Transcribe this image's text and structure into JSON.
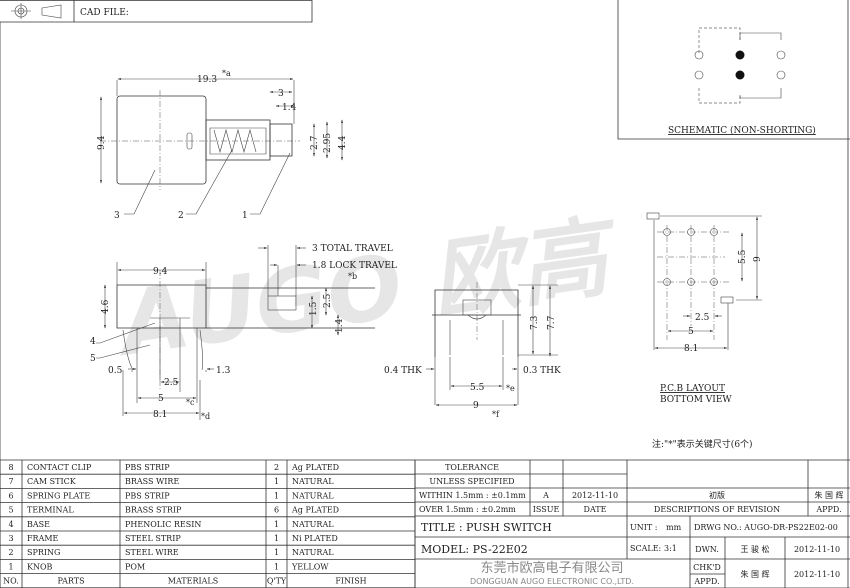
{
  "header": {
    "cad_label": "CAD FILE:"
  },
  "watermark": {
    "text": "AUGO 欧高"
  },
  "top_view": {
    "dim_length": "19.3",
    "key_a": "*a",
    "dim_3": "3",
    "dim_1_4": "1.4",
    "dim_9_4": "9.4",
    "dim_2_7": "2.7",
    "dim_2_95": "2.95",
    "dim_4_4": "4.4",
    "callouts": [
      "3",
      "2",
      "1"
    ]
  },
  "side_view": {
    "dim_9_4": "9.4",
    "dim_4_6": "4.6",
    "total_travel": "3 TOTAL TRAVEL",
    "lock_travel": "1.8 LOCK TRAVEL",
    "key_b": "*b",
    "dim_1_5": "1.5",
    "dim_2_5v": "2.5",
    "dim_1_4": "1.4",
    "callout_4": "4",
    "callout_5": "5",
    "dim_0_5": "0.5",
    "dim_1_3": "1.3",
    "dim_2_5": "2.5",
    "dim_5": "5",
    "key_c": "*c",
    "dim_8_1": "8.1",
    "key_d": "*d"
  },
  "front_view": {
    "thk_04": "0.4 THK",
    "thk_03": "0.3 THK",
    "dim_5_5": "5.5",
    "key_e": "*e",
    "dim_9": "9",
    "key_f": "*f",
    "dim_7_3": "7.3",
    "dim_7_7": "7.7"
  },
  "schematic": {
    "title": "SCHEMATIC (NON-SHORTING)"
  },
  "pcb": {
    "dim_5_5": "5.5",
    "dim_9": "9",
    "dim_2_5": "2.5",
    "dim_5": "5",
    "dim_8_1": "8.1",
    "title1": "P.C.B LAYOUT",
    "title2": "BOTTOM VIEW"
  },
  "note": "注:\"*\"表示关键尺寸(6个)",
  "bom": {
    "headers": [
      "NO.",
      "PARTS",
      "MATERIALS",
      "Q'TY",
      "FINISH"
    ],
    "rows": [
      [
        "8",
        "CONTACT CLIP",
        "PBS STRIP",
        "2",
        "Ag PLATED"
      ],
      [
        "7",
        "CAM STICK",
        "BRASS WIRE",
        "1",
        "NATURAL"
      ],
      [
        "6",
        "SPRING PLATE",
        "PBS STRIP",
        "1",
        "NATURAL"
      ],
      [
        "5",
        "TERMINAL",
        "BRASS STRIP",
        "6",
        "Ag PLATED"
      ],
      [
        "4",
        "BASE",
        "PHENOLIC RESIN",
        "1",
        "NATURAL"
      ],
      [
        "3",
        "FRAME",
        "STEEL STRIP",
        "1",
        "Ni PLATED"
      ],
      [
        "2",
        "SPRING",
        "STEEL WIRE",
        "1",
        "NATURAL"
      ],
      [
        "1",
        "KNOB",
        "POM",
        "1",
        "YELLOW"
      ]
    ]
  },
  "title_block": {
    "tolerance1": "TOLERANCE",
    "tolerance2": "UNLESS  SPECIFIED",
    "within": "WITHIN 1.5mm : ±0.1mm",
    "over": "OVER 1.5mm : ±0.2mm",
    "issue_value": "A",
    "date_value": "2012-11-10",
    "revision_desc": "初版",
    "revision_appd": "朱 国 辉",
    "issue_label": "ISSUE",
    "date_label": "DATE",
    "desc_label": "DESCRIPTIONS OF REVISION",
    "appd_label": "APPD.",
    "title": "TITLE :  PUSH SWITCH",
    "model": "MODEL:  PS-22E02",
    "unit_label": "UNIT :",
    "unit_value": "mm",
    "scale_label": "SCALE:",
    "scale_value": "3:1",
    "drwg_no": "DRWG NO.: AUGO-DR-PS22E02-00",
    "dwn_label": "DWN.",
    "dwn_name": "王 骏 松",
    "dwn_date": "2012-11-10",
    "chkd_label": "CHK'D",
    "chkd_name": "朱 国 辉",
    "chkd_date": "2012-11-10",
    "appd2_label": "APPD.",
    "company_cn": "东莞市欧高电子有限公司",
    "company_en": "DONGGUAN AUGO ELECTRONIC CO.,LTD."
  }
}
